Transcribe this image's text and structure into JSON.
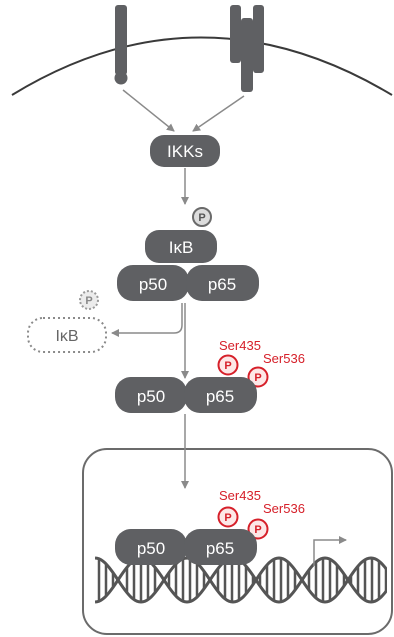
{
  "diagram": {
    "nodes": {
      "ikks": "IKKs",
      "ikb_top": "IκB",
      "p50_a": "p50",
      "p65_a": "p65",
      "ikb_released": "IκB",
      "p50_b": "p50",
      "p65_b": "p65",
      "p50_c": "p50",
      "p65_c": "p65"
    },
    "phospho": {
      "label": "P",
      "site_1": "Ser435",
      "site_2": "Ser536"
    },
    "colors": {
      "protein_fill": "#5f6063",
      "arrow": "#8a8a8a",
      "phospho_red": "#d6202a",
      "membrane": "#3a3a3a",
      "nucleus_border": "#6b6b6b",
      "dna": "#555555"
    }
  }
}
